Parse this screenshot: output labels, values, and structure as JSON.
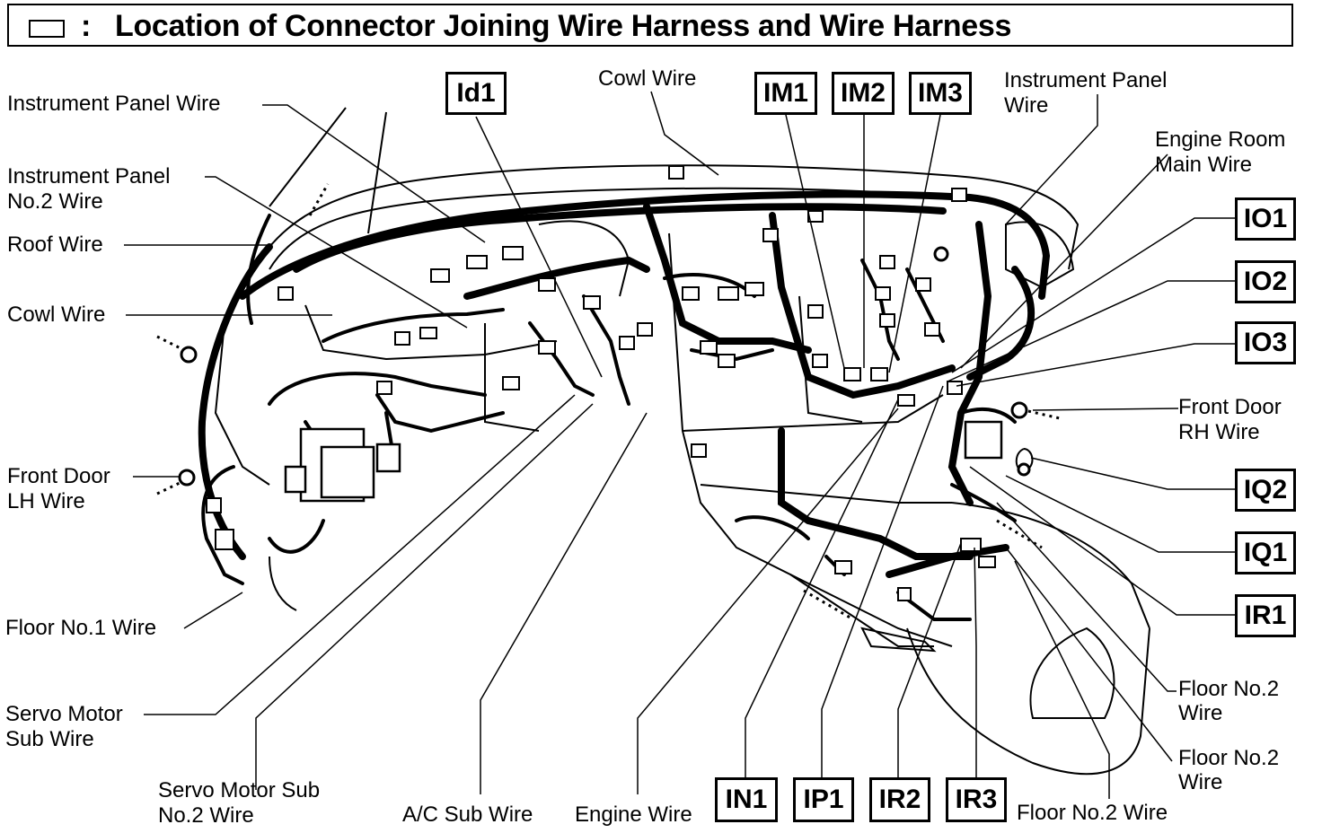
{
  "title": "Location of Connector Joining Wire Harness and Wire Harness",
  "title_colon": ":",
  "wire_labels": {
    "instrument_panel_wire_left": "Instrument  Panel Wire",
    "instrument_panel_no2_wire_l1": "Instrument  Panel",
    "instrument_panel_no2_wire_l2": "No.2  Wire",
    "roof_wire": "Roof Wire",
    "cowl_wire_left": "Cowl Wire",
    "front_door_lh_l1": "Front Door",
    "front_door_lh_l2": "LH Wire",
    "floor_no1_wire": "Floor No.1 Wire",
    "servo_motor_sub_l1": "Servo Motor",
    "servo_motor_sub_l2": "Sub Wire",
    "servo_motor_sub2_l1": "Servo Motor Sub",
    "servo_motor_sub2_l2": "No.2 Wire",
    "ac_sub_wire": "A/C Sub Wire",
    "engine_wire": "Engine Wire",
    "cowl_wire_top": "Cowl Wire",
    "instrument_panel_right_l1": "Instrument  Panel",
    "instrument_panel_right_l2": "Wire",
    "engine_room_main_l1": "Engine Room",
    "engine_room_main_l2": "Main Wire",
    "front_door_rh_l1": "Front Door",
    "front_door_rh_l2": "RH Wire",
    "floor_no2_a_l1": "Floor No.2",
    "floor_no2_a_l2": "Wire",
    "floor_no2_b_l1": "Floor No.2",
    "floor_no2_b_l2": "Wire",
    "floor_no2_bottom": "Floor No.2 Wire"
  },
  "connector_codes": {
    "id1": "Id1",
    "im1": "IM1",
    "im2": "IM2",
    "im3": "IM3",
    "io1_top": "IO1",
    "io2_top": "IO2",
    "io3": "IO3",
    "iq2": "IQ2",
    "iq1": "IQ1",
    "ir1": "IR1",
    "in1": "IN1",
    "ip1": "IP1",
    "ir2": "IR2",
    "ir3": "IR3"
  }
}
